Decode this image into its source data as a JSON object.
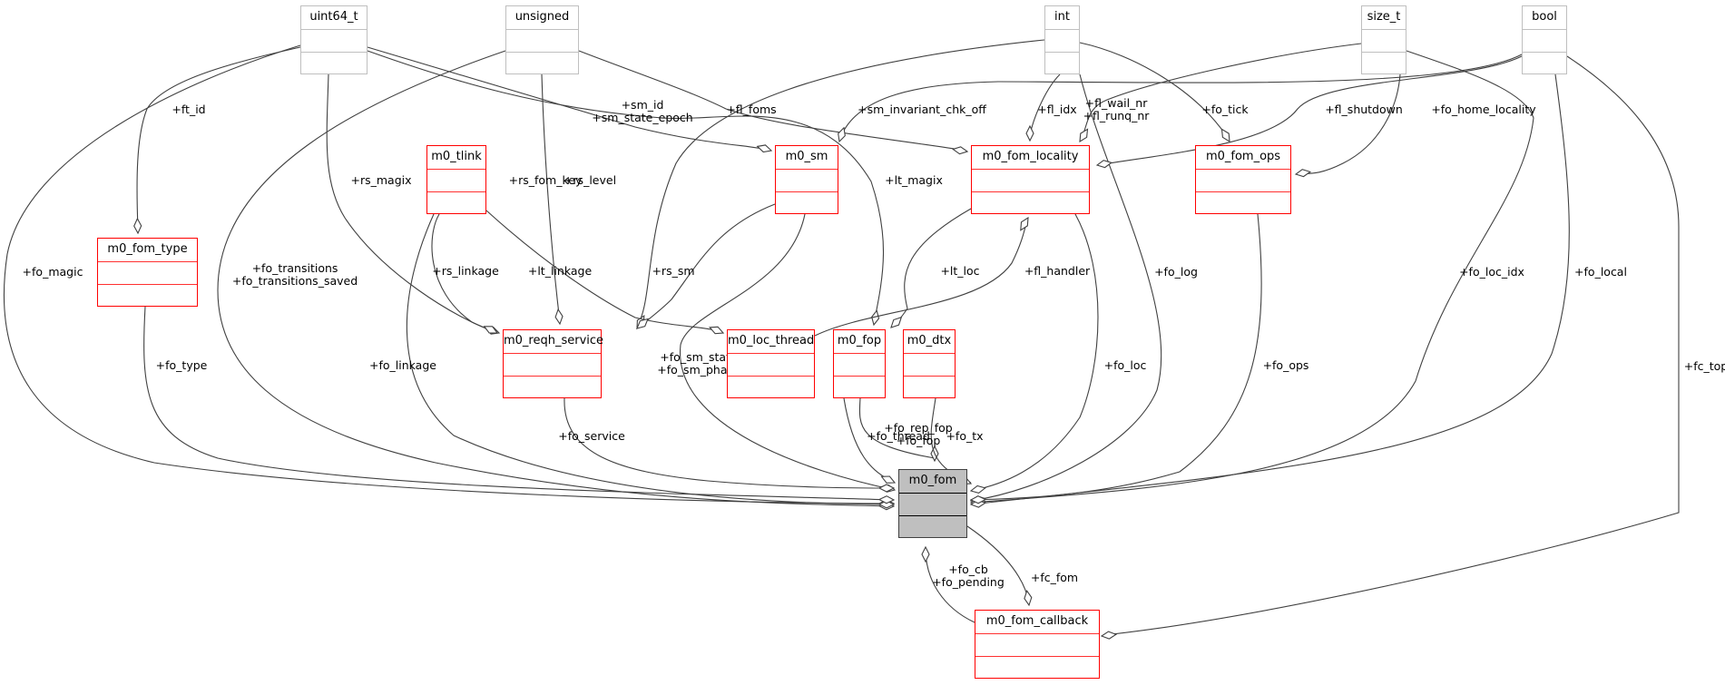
{
  "diagram": {
    "title": "m0_fom collaboration diagram",
    "nodes": [
      {
        "id": "uint64_t",
        "label": "uint64_t",
        "kind": "builtin"
      },
      {
        "id": "unsigned",
        "label": "unsigned",
        "kind": "builtin"
      },
      {
        "id": "int",
        "label": "int",
        "kind": "builtin"
      },
      {
        "id": "size_t",
        "label": "size_t",
        "kind": "builtin"
      },
      {
        "id": "bool",
        "label": "bool",
        "kind": "builtin"
      },
      {
        "id": "m0_tlink",
        "label": "m0_tlink",
        "kind": "struct"
      },
      {
        "id": "m0_sm",
        "label": "m0_sm",
        "kind": "struct"
      },
      {
        "id": "m0_fom_locality",
        "label": "m0_fom_locality",
        "kind": "struct"
      },
      {
        "id": "m0_fom_ops",
        "label": "m0_fom_ops",
        "kind": "struct"
      },
      {
        "id": "m0_fom_type",
        "label": "m0_fom_type",
        "kind": "struct"
      },
      {
        "id": "m0_reqh_service",
        "label": "m0_reqh_service",
        "kind": "struct"
      },
      {
        "id": "m0_loc_thread",
        "label": "m0_loc_thread",
        "kind": "struct"
      },
      {
        "id": "m0_fop",
        "label": "m0_fop",
        "kind": "struct"
      },
      {
        "id": "m0_dtx",
        "label": "m0_dtx",
        "kind": "struct"
      },
      {
        "id": "m0_fom",
        "label": "m0_fom",
        "kind": "focus"
      },
      {
        "id": "m0_fom_callback",
        "label": "m0_fom_callback",
        "kind": "struct"
      }
    ],
    "edges": [
      {
        "from": "uint64_t",
        "to": "m0_fom",
        "labels": [
          "+fo_magic"
        ]
      },
      {
        "from": "uint64_t",
        "to": "m0_fom_type",
        "labels": [
          "+ft_id"
        ]
      },
      {
        "from": "uint64_t",
        "to": "m0_reqh_service",
        "labels": [
          "+rs_magix"
        ]
      },
      {
        "from": "uint64_t",
        "to": "m0_sm",
        "labels": [
          "+sm_id",
          "+sm_state_epoch"
        ]
      },
      {
        "from": "uint64_t",
        "to": "m0_loc_thread",
        "labels": [
          "+lt_magix"
        ]
      },
      {
        "from": "unsigned",
        "to": "m0_fom",
        "labels": [
          "+fo_transitions",
          "+fo_transitions_saved"
        ]
      },
      {
        "from": "unsigned",
        "to": "m0_reqh_service",
        "labels": [
          "+rs_level"
        ]
      },
      {
        "from": "unsigned",
        "to": "m0_fom_locality",
        "labels": [
          "+fl_foms"
        ]
      },
      {
        "from": "int",
        "to": "m0_reqh_service",
        "labels": [
          "+rs_fom_key"
        ]
      },
      {
        "from": "int",
        "to": "m0_fom_locality",
        "labels": [
          "+fl_idx"
        ]
      },
      {
        "from": "int",
        "to": "m0_fom",
        "labels": [
          "+fo_log"
        ]
      },
      {
        "from": "int",
        "to": "m0_fom_ops",
        "labels": [
          "+fo_tick"
        ]
      },
      {
        "from": "size_t",
        "to": "m0_fom_locality",
        "labels": [
          "+fl_wail_nr",
          "+fl_runq_nr"
        ]
      },
      {
        "from": "size_t",
        "to": "m0_fom_ops",
        "labels": [
          "+fo_home_locality"
        ]
      },
      {
        "from": "size_t",
        "to": "m0_fom",
        "labels": [
          "+fo_loc_idx"
        ]
      },
      {
        "from": "bool",
        "to": "m0_sm",
        "labels": [
          "+sm_invariant_chk_off"
        ]
      },
      {
        "from": "bool",
        "to": "m0_fom_locality",
        "labels": [
          "+fl_shutdown"
        ]
      },
      {
        "from": "bool",
        "to": "m0_fom",
        "labels": [
          "+fo_local"
        ]
      },
      {
        "from": "bool",
        "to": "m0_fom_callback",
        "labels": [
          "+fc_top"
        ]
      },
      {
        "from": "m0_tlink",
        "to": "m0_reqh_service",
        "labels": [
          "+rs_linkage"
        ]
      },
      {
        "from": "m0_tlink",
        "to": "m0_loc_thread",
        "labels": [
          "+lt_linkage"
        ]
      },
      {
        "from": "m0_tlink",
        "to": "m0_fom",
        "labels": [
          "+fo_linkage"
        ]
      },
      {
        "from": "m0_sm",
        "to": "m0_reqh_service",
        "labels": [
          "+rs_sm"
        ]
      },
      {
        "from": "m0_sm",
        "to": "m0_fom",
        "labels": [
          "+fo_sm_state",
          "+fo_sm_phase"
        ]
      },
      {
        "from": "m0_fom_locality",
        "to": "m0_loc_thread",
        "labels": [
          "+lt_loc"
        ]
      },
      {
        "from": "m0_loc_thread",
        "to": "m0_fom_locality",
        "labels": [
          "+fl_handler"
        ]
      },
      {
        "from": "m0_fom_locality",
        "to": "m0_fom",
        "labels": [
          "+fo_loc"
        ]
      },
      {
        "from": "m0_fom_ops",
        "to": "m0_fom",
        "labels": [
          "+fo_ops"
        ]
      },
      {
        "from": "m0_fom_type",
        "to": "m0_fom",
        "labels": [
          "+fo_type"
        ]
      },
      {
        "from": "m0_reqh_service",
        "to": "m0_fom",
        "labels": [
          "+fo_service"
        ]
      },
      {
        "from": "m0_loc_thread",
        "to": "m0_fom",
        "labels": [
          "+fo_thread"
        ]
      },
      {
        "from": "m0_fop",
        "to": "m0_fom",
        "labels": [
          "+fo_rep_fop",
          "+fo_fop"
        ]
      },
      {
        "from": "m0_dtx",
        "to": "m0_fom",
        "labels": [
          "+fo_tx"
        ]
      },
      {
        "from": "m0_fom_callback",
        "to": "m0_fom",
        "labels": [
          "+fo_cb",
          "+fo_pending"
        ]
      },
      {
        "from": "m0_fom",
        "to": "m0_fom_callback",
        "labels": [
          "+fc_fom"
        ]
      }
    ]
  },
  "colors": {
    "struct_border": "#ff0000",
    "builtin_border": "#bfbfbf",
    "focus_fill": "#bfbfbf",
    "focus_border": "#404040",
    "edge": "#404040"
  }
}
